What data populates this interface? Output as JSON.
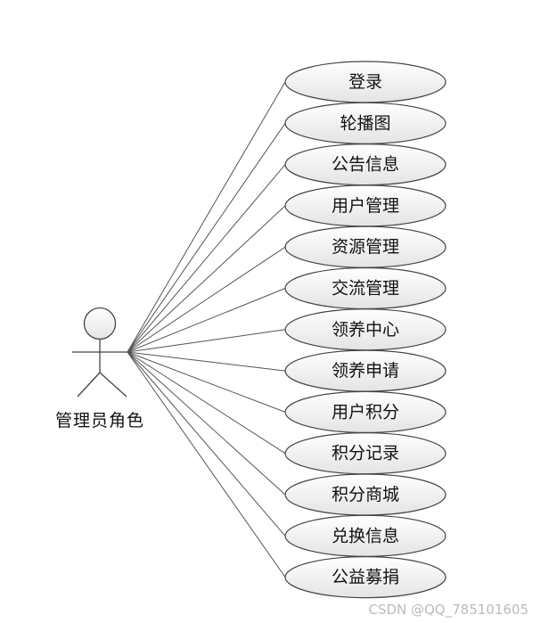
{
  "actor": {
    "label": "管理员角色"
  },
  "use_cases": [
    "登录",
    "轮播图",
    "公告信息",
    "用户管理",
    "资源管理",
    "交流管理",
    "领养中心",
    "领养申请",
    "用户积分",
    "积分记录",
    "积分商城",
    "兑换信息",
    "公益募捐"
  ],
  "watermark": "CSDN @QQ_785101605"
}
